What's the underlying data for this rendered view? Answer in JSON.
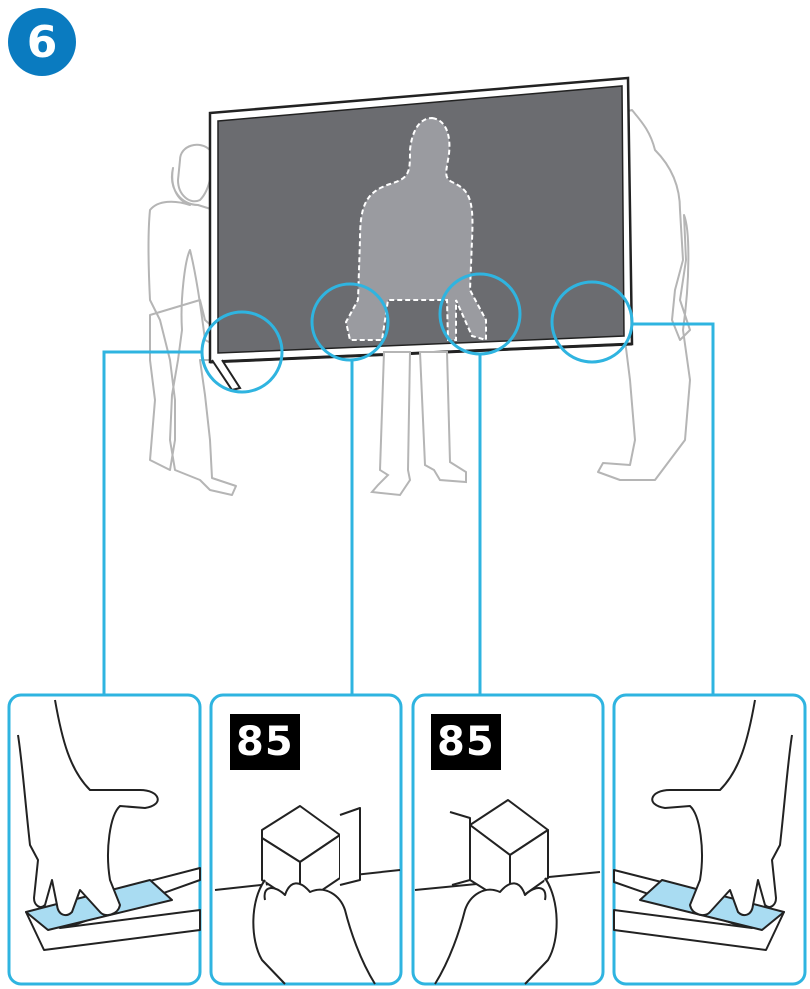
{
  "step": {
    "number": "6"
  },
  "panels": [
    {
      "id": "left-corner",
      "size_label": null
    },
    {
      "id": "center-left",
      "size_label": "85"
    },
    {
      "id": "center-right",
      "size_label": "85"
    },
    {
      "id": "right-corner",
      "size_label": null
    }
  ],
  "colors": {
    "accent": "#2fb4e0",
    "badge": "#0a7bc0",
    "screen": "#6b6c70",
    "silhouette": "#9a9ba0",
    "pad": "#a9dcf2",
    "line": "#222222",
    "figure_line": "#b5b5b5"
  },
  "icons": [
    "step-number-badge",
    "tv-screen",
    "person-figure",
    "hand-icon",
    "stand-pad"
  ]
}
